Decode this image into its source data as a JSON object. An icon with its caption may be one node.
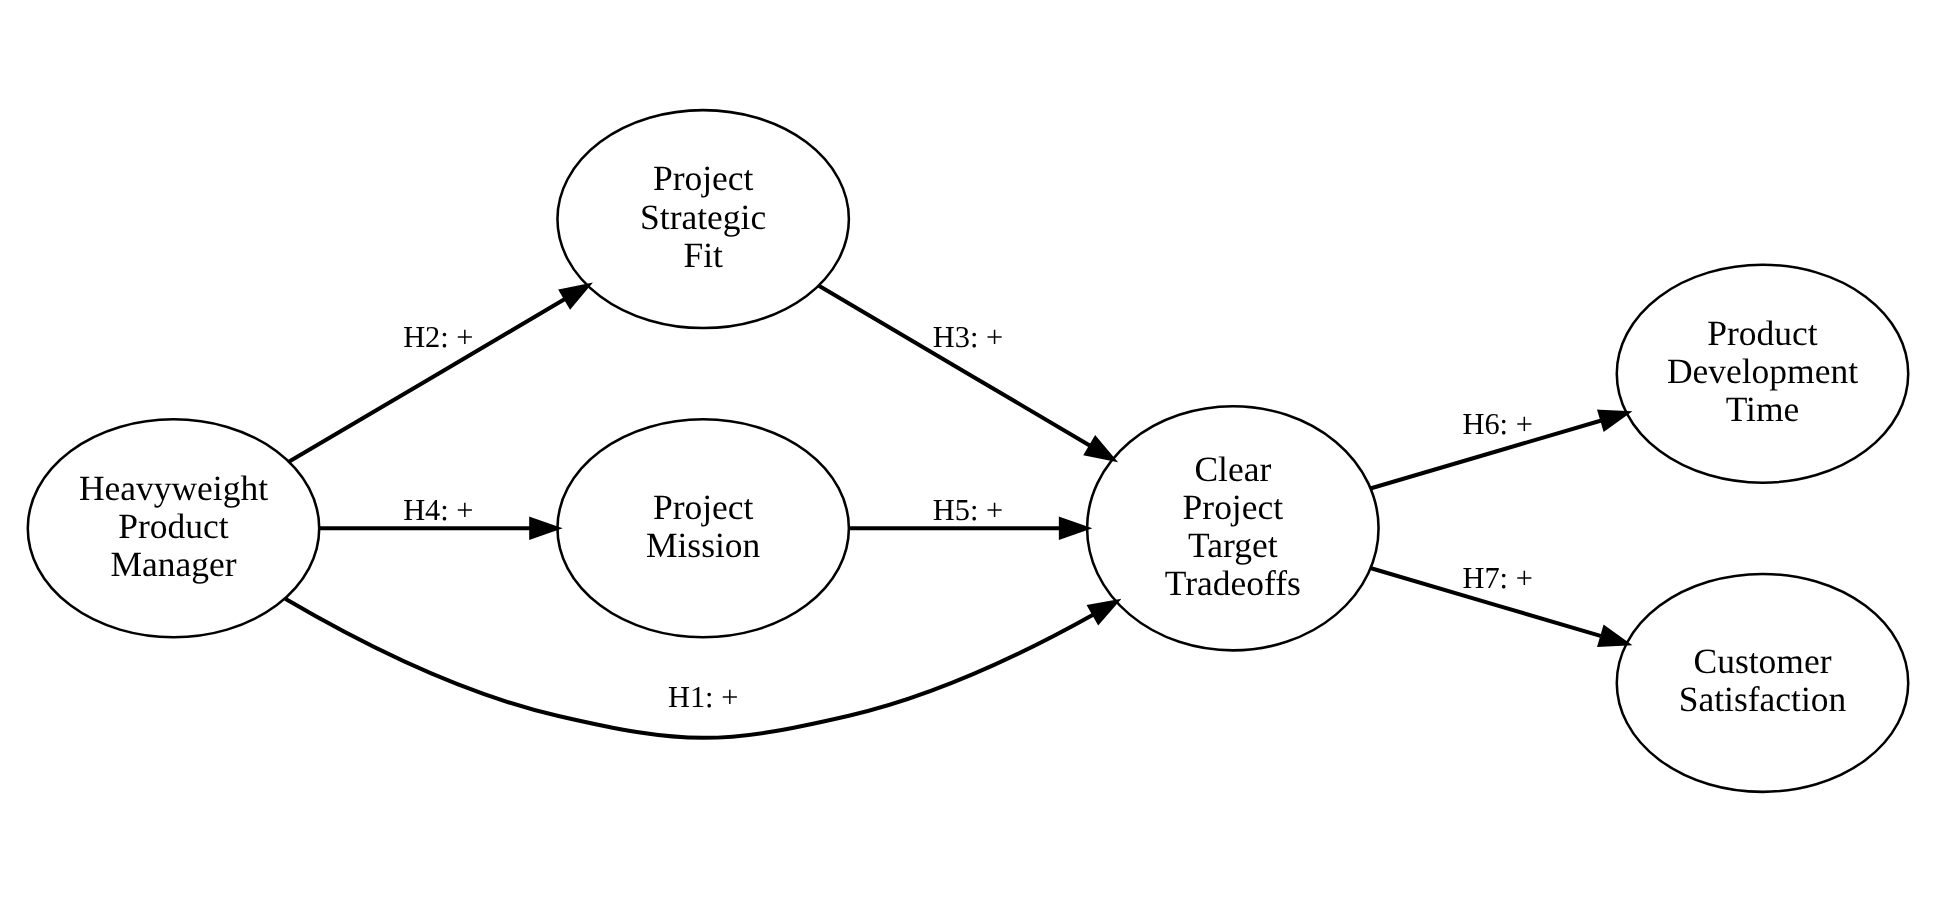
{
  "diagram": {
    "nodes": [
      {
        "text": [
          "Heavyweight Product Manager"
        ]
      },
      {
        "text": [
          "Project Strategic Fit"
        ]
      },
      {
        "text": [
          "Project Mission"
        ]
      },
      {
        "text": [
          "Clear Project Target Tradeoffs"
        ]
      },
      {
        "text": [
          "Product Development Time"
        ]
      },
      {
        "text": [
          "Customer Satisfaction"
        ]
      }
    ],
    "edges": [
      {
        "from": 0,
        "to": 1,
        "arrow": "to",
        "label": "H2: +"
      },
      {
        "from": 0,
        "to": 3,
        "arrow": "to",
        "label": "H1: +"
      },
      {
        "from": 0,
        "to": 2,
        "arrow": "to",
        "label": "H4: +"
      },
      {
        "from": 1,
        "to": 3,
        "arrow": "to",
        "label": "H3: +"
      },
      {
        "from": 2,
        "to": 3,
        "arrow": "to",
        "label": "H5: +"
      },
      {
        "from": 3,
        "to": 4,
        "arrow": "to",
        "label": "H6: +"
      },
      {
        "from": 3,
        "to": 5,
        "arrow": "to",
        "label": "H7: +"
      }
    ]
  }
}
